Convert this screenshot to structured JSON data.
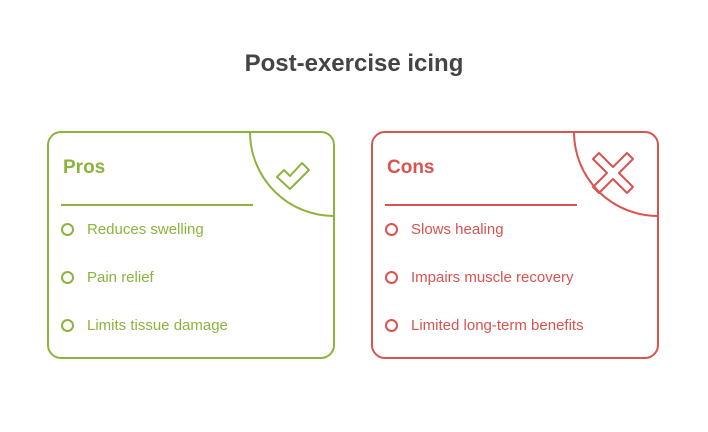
{
  "title": "Post-exercise icing",
  "colors": {
    "pros": "#8bb43c",
    "cons": "#d9534f",
    "title": "#444444"
  },
  "pros": {
    "heading": "Pros",
    "icon": "checkmark-icon",
    "items": [
      {
        "label": "Reduces swelling"
      },
      {
        "label": "Pain relief"
      },
      {
        "label": "Limits tissue damage"
      }
    ]
  },
  "cons": {
    "heading": "Cons",
    "icon": "x-mark-icon",
    "items": [
      {
        "label": "Slows healing"
      },
      {
        "label": "Impairs muscle recovery"
      },
      {
        "label": "Limited long-term benefits"
      }
    ]
  }
}
